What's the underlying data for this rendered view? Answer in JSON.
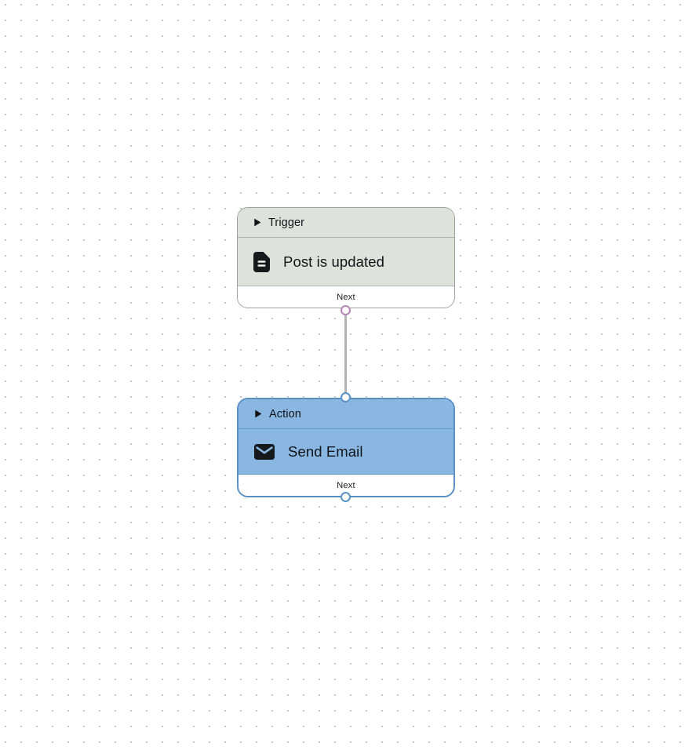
{
  "canvas": {
    "background_color": "#ffffff",
    "dot_color": "#cbcbcb"
  },
  "edge": {
    "from": "trigger-next-port",
    "to": "action-input-port",
    "color": "#b4b1b4"
  },
  "nodes": [
    {
      "id": "trigger",
      "type_label": "Trigger",
      "title": "Post is updated",
      "footer_label": "Next",
      "icon": "document-icon",
      "colors": {
        "fill": "#dde3da",
        "border": "#9ca49c",
        "port": "#b286b4"
      }
    },
    {
      "id": "action",
      "type_label": "Action",
      "title": "Send Email",
      "footer_label": "Next",
      "icon": "mail-icon",
      "colors": {
        "fill": "#89b7e2",
        "border": "#5990c8",
        "port": "#5990c8"
      }
    }
  ]
}
